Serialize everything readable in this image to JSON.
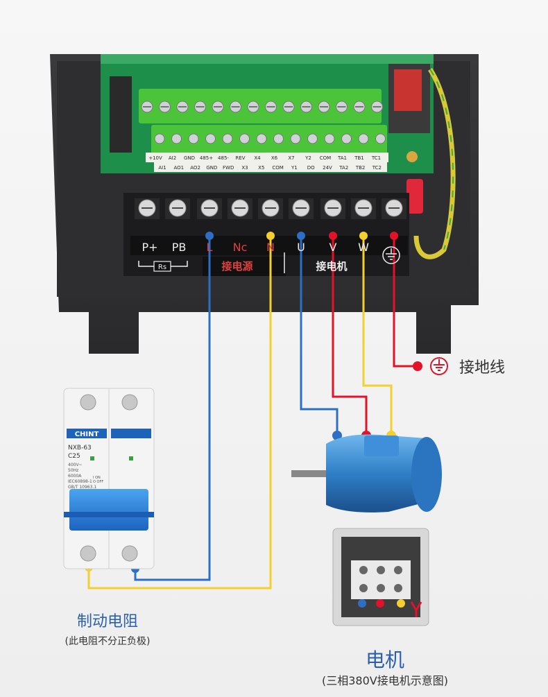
{
  "pcb": {
    "top_row": [
      "+10V",
      "AI2",
      "GND",
      "485+",
      "485-",
      "REV",
      "X4",
      "X6",
      "X7",
      "Y2",
      "COM",
      "TA1",
      "TB1",
      "TC1"
    ],
    "bottom_row": [
      "AI1",
      "AO1",
      "AO2",
      "GND",
      "FWD",
      "X3",
      "X5",
      "COM",
      "Y1",
      "DO",
      "24V",
      "TA2",
      "TB2",
      "TC2"
    ]
  },
  "terminals": {
    "labels": [
      "P+",
      "PB",
      "L",
      "Nc",
      "N",
      "U",
      "V",
      "W"
    ],
    "rs_label": "Rs",
    "power_group": "接电源",
    "motor_group": "接电机"
  },
  "ground": {
    "label": "接地线"
  },
  "breaker": {
    "brand": "CHINT",
    "model": "NXB-63",
    "rating": "C25",
    "specs": [
      "400V~",
      "50Hz",
      "6000A",
      "IEC60898-1",
      "GB/T 10963.1"
    ],
    "on_off": [
      "I ON",
      "O OFF"
    ]
  },
  "brake_resistor": {
    "title": "制动电阻",
    "note": "(此电阻不分正负极)"
  },
  "motor": {
    "title": "电机",
    "note": "(三相380V接电机示意图)"
  },
  "colors": {
    "blue": "#2c6fc4",
    "red": "#e3122a",
    "yellow": "#f4cf2e",
    "label_blue": "#2a5fb0",
    "red_text": "#e04040"
  }
}
